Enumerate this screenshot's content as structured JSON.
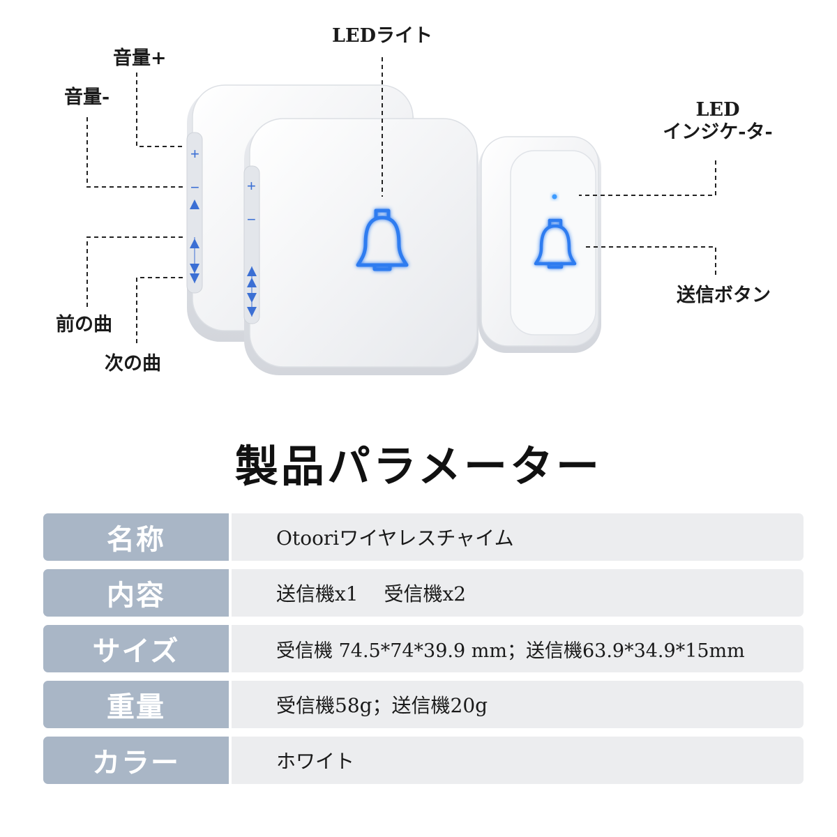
{
  "callouts": {
    "led_light": "LEDライト",
    "volume_up": "音量+",
    "volume_down": "音量-",
    "led_indicator_line1": "LED",
    "led_indicator_line2": "インジケ-タ-",
    "send_button": "送信ボタン",
    "previous_song": "前の曲",
    "next_song": "次の曲"
  },
  "device_buttons": {
    "plus": "+",
    "minus": "−"
  },
  "colors": {
    "bell_blue": "#2f7cf0",
    "key_cell_bg": "#a9b6c6",
    "value_cell_bg": "#ecedef",
    "device_white": "#f7f7f9"
  },
  "section_title": "製品パラメーター",
  "specs": [
    {
      "key": "名称",
      "value": "Otooriワイヤレスチャイム"
    },
    {
      "key": "内容",
      "value": "送信機x1　 受信機x2"
    },
    {
      "key": "サイズ",
      "value": "受信機 74.5*74*39.9 mm；送信機63.9*34.9*15mm"
    },
    {
      "key": "重量",
      "value": "受信機58g；送信機20g"
    },
    {
      "key": "カラー",
      "value": "ホワイト"
    }
  ]
}
